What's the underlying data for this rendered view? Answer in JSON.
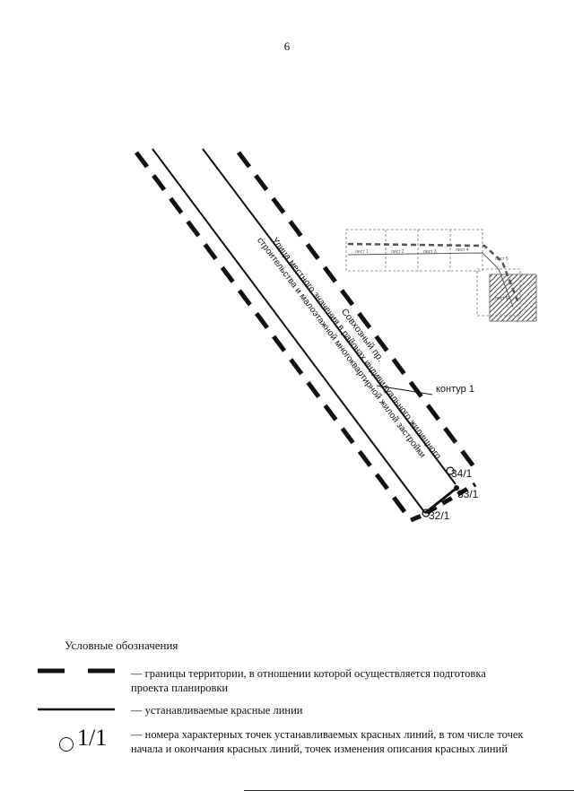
{
  "page_number": "6",
  "map": {
    "street_label_line1": "Совхозный пр.",
    "street_label_line2": "Улица местного значения в районах индивидуального жилищного",
    "street_label_line3": "строительства и малоэтажной многоквартирной жилой застройки",
    "contour_label": "контур 1",
    "points": [
      "34/1",
      "33/1",
      "32/1"
    ],
    "inset_labels": [
      "лист 1",
      "лист 2",
      "лист 3",
      "лист 4",
      "лист 5",
      "лист 6"
    ]
  },
  "legend": {
    "title": "Условные обозначения",
    "items": [
      {
        "symbol": "dashed-line",
        "text": "— границы территории, в отношении которой осуществляется подготовка проекта планировки"
      },
      {
        "symbol": "solid-line",
        "text": "— устанавливаемые красные линии"
      },
      {
        "symbol": "point-number",
        "symbol_text": "1/1",
        "text": "— номера характерных точек устанавливаемых красных линий, в том числе точек начала и окончания красных линий, точек изменения описания красных линий"
      }
    ]
  },
  "colors": {
    "ink": "#111111",
    "inset_ink": "#555555",
    "hatch": "#444444"
  }
}
